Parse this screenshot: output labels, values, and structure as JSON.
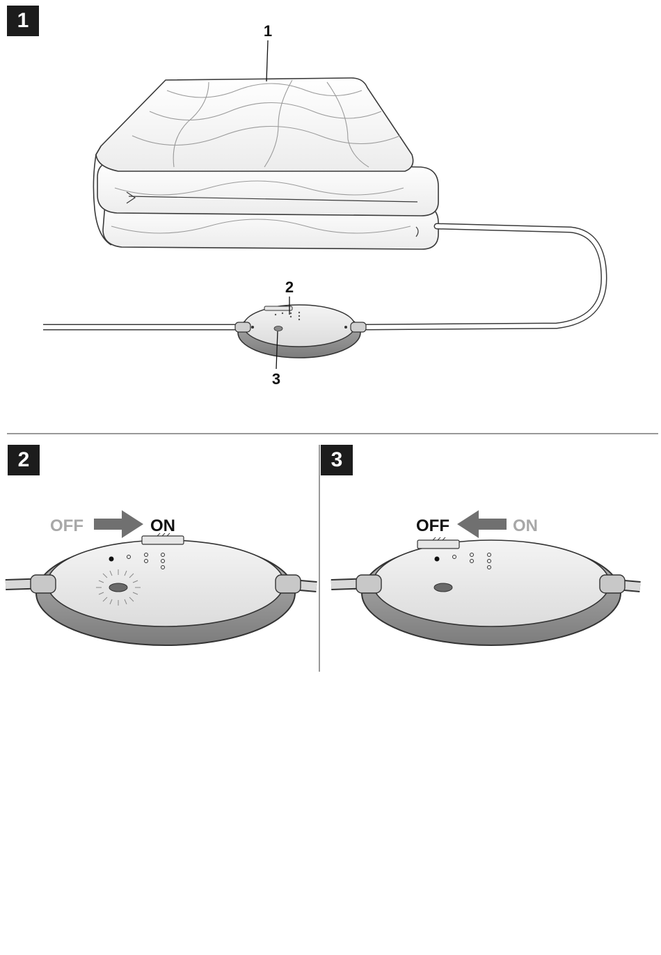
{
  "figures": [
    {
      "number": "1",
      "callouts": [
        "1",
        "2",
        "3"
      ]
    },
    {
      "number": "2",
      "off_label": "OFF",
      "on_label": "ON"
    },
    {
      "number": "3",
      "off_label": "OFF",
      "on_label": "ON"
    }
  ],
  "colors": {
    "badge": "#1c1c1c",
    "arrow": "#707070",
    "dim_label": "#a8a8a8",
    "ring": "#9a9a9a"
  },
  "icons": [
    "blanket-illustration",
    "controller-ring",
    "slide-switch",
    "light-burst-icon",
    "arrow-right-icon",
    "arrow-left-icon"
  ]
}
